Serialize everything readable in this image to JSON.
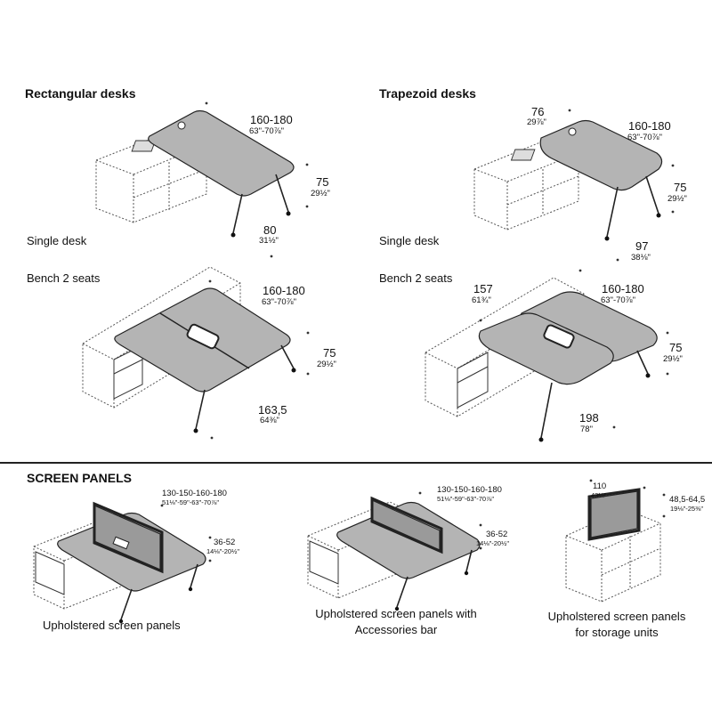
{
  "sections": {
    "rectangular_title": "Rectangular desks",
    "trapezoid_title": "Trapezoid desks",
    "screen_panels_title": "SCREEN PANELS"
  },
  "rect_single": {
    "label": "Single desk",
    "width": "160-180",
    "width_in": "63\"-70⅞\"",
    "height": "75",
    "height_in": "29½\"",
    "depth": "80",
    "depth_in": "31½\""
  },
  "rect_bench": {
    "label": "Bench 2 seats",
    "width": "160-180",
    "width_in": "63\"-70⅞\"",
    "height": "75",
    "height_in": "29½\"",
    "depth": "163,5",
    "depth_in": "64⅜\""
  },
  "trap_single": {
    "label": "Single desk",
    "top": "76",
    "top_in": "29⅞\"",
    "width": "160-180",
    "width_in": "63\"-70⅞\"",
    "height": "75",
    "height_in": "29½\"",
    "depth": "97",
    "depth_in": "38⅛\""
  },
  "trap_bench": {
    "label": "Bench 2 seats",
    "top": "157",
    "top_in": "61¾\"",
    "width": "160-180",
    "width_in": "63\"-70⅞\"",
    "height": "75",
    "height_in": "29½\"",
    "depth": "198",
    "depth_in": "78\""
  },
  "panel_upholstered": {
    "width": "130-150-160-180",
    "width_in": "51⅛\"-59\"-63\"-70⅞\"",
    "height": "36-52",
    "height_in": "14⅛\"-20½\"",
    "caption": "Upholstered screen panels"
  },
  "panel_accessories": {
    "width": "130-150-160-180",
    "width_in": "51⅛\"-59\"-63\"-70⅞\"",
    "height": "36-52",
    "height_in": "14⅛\"-20½\"",
    "caption_line1": "Upholstered screen panels with",
    "caption_line2": "Accessories bar"
  },
  "panel_storage": {
    "width": "110",
    "width_in": "43¼\"",
    "height": "48,5-64,5",
    "height_in": "19⅛\"-25⅜\"",
    "caption_line1": "Upholstered screen panels",
    "caption_line2": "for storage units"
  }
}
